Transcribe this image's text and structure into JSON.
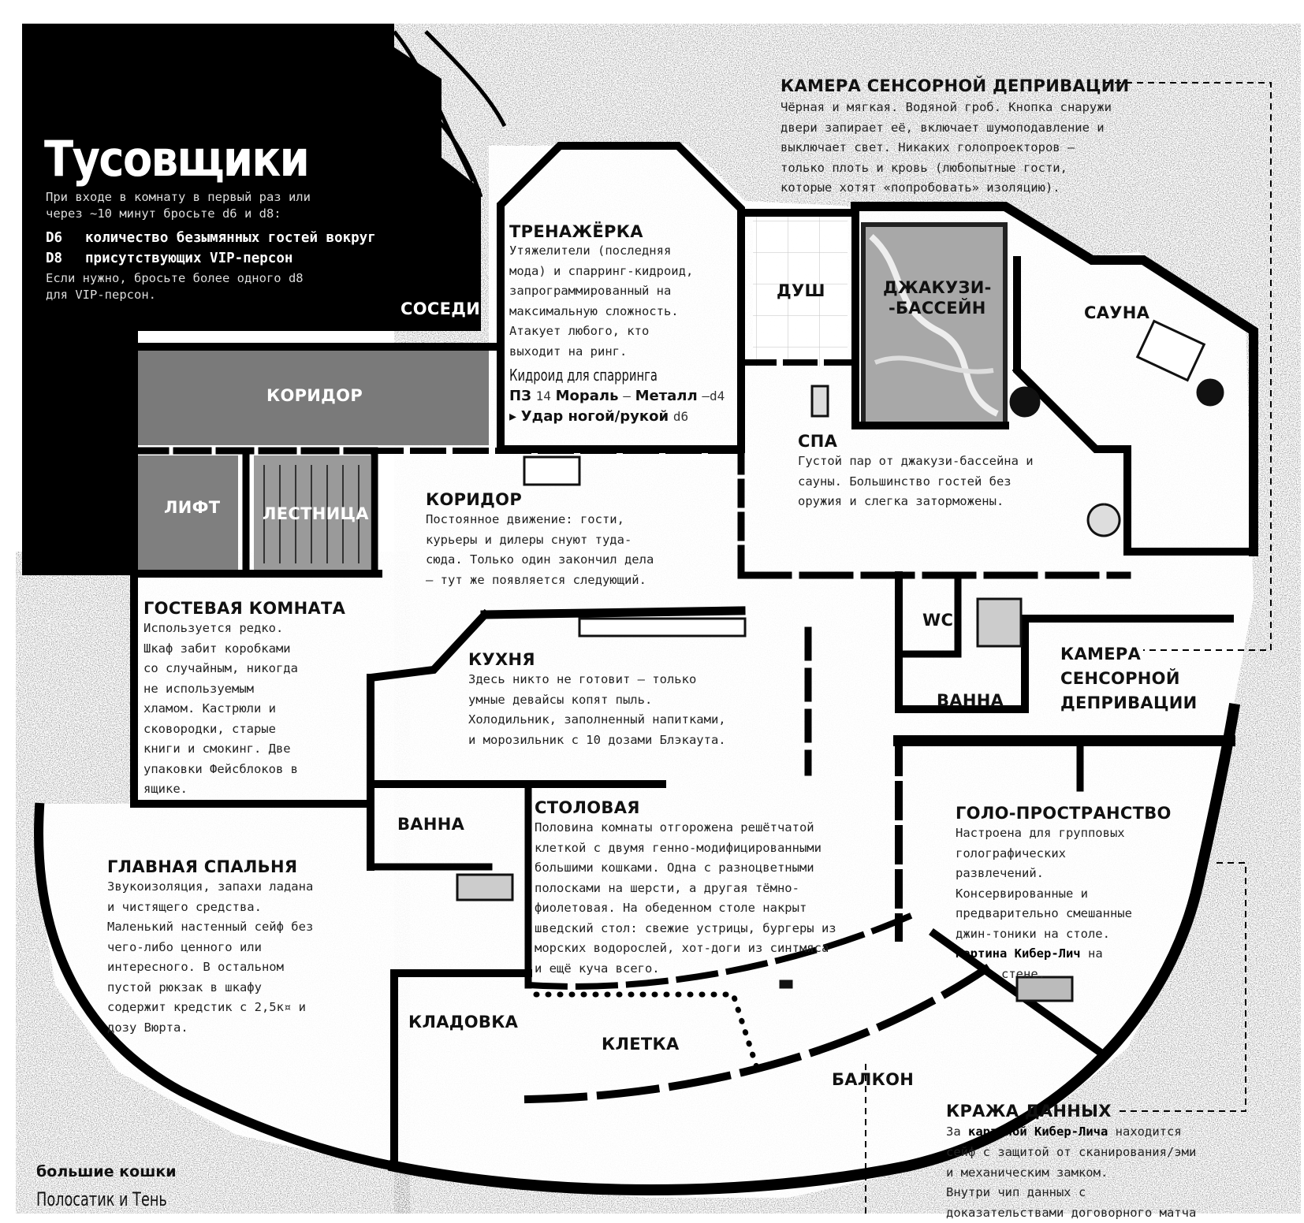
{
  "header": {
    "title": "Тусовщики",
    "intro": "При входе в комнату в первый раз или\nчерез ~10 минут бросьте d6 и d8:",
    "dice": [
      {
        "die": "D6",
        "text": "количество безымянных гостей вокруг"
      },
      {
        "die": "D8",
        "text": "присутствующих VIP-персон"
      }
    ],
    "note": "Если нужно, бросьте более одного d8\nдля VIP-персон."
  },
  "labels": {
    "neighbors": "СОСЕДИ",
    "corridor_top": "КОРИДОР",
    "elevator": "ЛИФТ",
    "stairs": "ЛЕСТНИЦА",
    "shower": "ДУШ",
    "jacuzzi": "ДЖАКУЗИ-\n-БАССЕЙН",
    "sauna": "САУНА",
    "wc": "WC",
    "bath_east": "ВАННА",
    "sensory_room": "КАМЕРА\nСЕНСОРНОЙ\nДЕПРИВАЦИИ",
    "bath_west": "ВАННА",
    "pantry": "КЛАДОВКА",
    "cage": "КЛЕТКА",
    "balcony": "БАЛКОН"
  },
  "rooms": {
    "sensory": {
      "title": "КАМЕРА СЕНСОРНОЙ ДЕПРИВАЦИИ",
      "desc": "Чёрная и мягкая. Водяной гроб. Кнопка снаружи\nдвери запирает её, включает шумоподавление и\nвыключает свет. Никаких голопроекторов —\nтолько плоть и кровь (любопытные гости,\nкоторые хотят «попробовать» изоляцию)."
    },
    "gym": {
      "title": "ТРЕНАЖЁРКА",
      "desc": "Утяжелители (последняя\nмода) и спарринг-кидроид,\nзапрограммированный на\nмаксимальную сложность.\nАтакует любого, кто\nвыходит на ринг.",
      "npc_name": "Кидроид для спарринга",
      "stats": {
        "hp_label": "ПЗ",
        "hp_value": "14",
        "morale_label": "Мораль",
        "morale_sep": "–",
        "armor_label": "Металл",
        "armor_value": "–d4"
      },
      "attack": {
        "label": "Удар ногой/рукой",
        "damage": "d6"
      }
    },
    "spa": {
      "title": "СПА",
      "desc": "Густой пар от джакузи-бассейна и\nсауны. Большинство гостей без\nоружия и слегка заторможены."
    },
    "corridor": {
      "title": "КОРИДОР",
      "desc": "Постоянное движение: гости,\nкурьеры и дилеры снуют туда-\nсюда. Только один закончил дела\n— тут же появляется следующий."
    },
    "guest": {
      "title": "ГОСТЕВАЯ КОМНАТА",
      "desc": "Используется редко.\nШкаф забит коробками\nсо случайным, никогда\nне используемым\nхламом. Кастрюли и\nсковородки, старые\nкниги и смокинг. Две\nупаковки Фейсблоков в\nящике."
    },
    "kitchen": {
      "title": "КУХНЯ",
      "desc": "Здесь никто не готовит — только\nумные девайсы копят пыль.\nХолодильник, заполненный напитками,\nи морозильник с 10 дозами Блэкаута."
    },
    "dining": {
      "title": "СТОЛОВАЯ",
      "desc": "Половина комнаты отгорожена решётчатой\nклеткой с двумя генно-модифицированными\nбольшими кошками. Одна с разноцветными\nполосками на шерсти, а другая тёмно-\nфиолетовая. На обеденном столе накрыт\nшведский стол: свежие устрицы, бургеры из\nморских водорослей, хот-доги из синтмяса\nи ещё куча всего."
    },
    "bedroom": {
      "title": "ГЛАВНАЯ СПАЛЬНЯ",
      "desc": "Звукоизоляция, запахи ладана\nи чистящего средства.\nМаленький настенный сейф без\nчего-либо ценного или\nинтересного. В остальном\nпустой рюкзак в шкафу\nсодержит кредстик с 2,5к¤ и\nдозу Вюрта."
    },
    "holo": {
      "title": "ГОЛО-ПРОСТРАНСТВО",
      "desc": "Настроена для групповых\nголографических\nразвлечений.\nКонсервированные и\nпредварительно смешанные\nджин-тоники на столе.",
      "desc_bold": "Картина Кибер-Лич",
      "desc_tail_1": "на",
      "desc_tail_2": "стене."
    },
    "theft": {
      "title": "КРАЖА ДАННЫХ",
      "pre": "За",
      "bold": "картиной Кибер-Лича",
      "post": "находится",
      "desc": "сейф с защитой от сканирования/эми\nи механическим замком.\nВнутри чип данных с\nдоказательствами договорного матча"
    }
  },
  "cats": {
    "title": "большие кошки",
    "names": "Полосатик и Тень"
  }
}
